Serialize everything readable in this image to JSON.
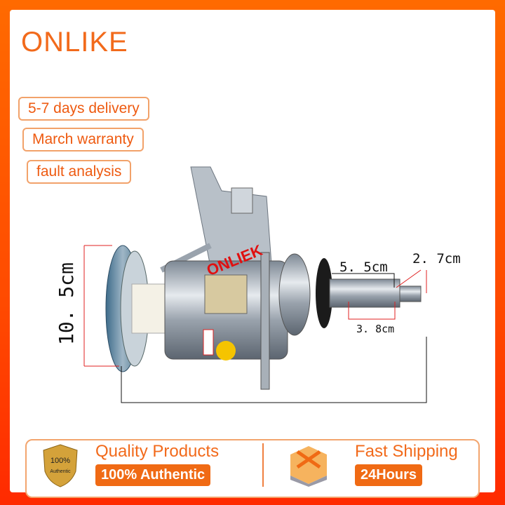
{
  "brand": "ONLIKE",
  "tags": [
    "5-7 days delivery",
    "March warranty",
    "fault analysis"
  ],
  "product": {
    "watermark": "ONLIEK",
    "dimensions": {
      "height": "10. 5cm",
      "shaft_length": "5. 5cm",
      "shaft_tip": "2. 7cm",
      "thread_length": "3. 8cm"
    }
  },
  "footer": {
    "quality": {
      "icon": "gold-shield-100-authentic-icon",
      "seal_text": [
        "100%",
        "Authentic"
      ],
      "title": "Quality Products",
      "badge": "100% Authentic"
    },
    "shipping": {
      "icon": "package-box-icon",
      "title": "Fast Shipping",
      "badge": "24Hours"
    }
  },
  "colors": {
    "accent": "#f26a1b",
    "frame": "#ff4a00",
    "badge": "#f06a14"
  }
}
